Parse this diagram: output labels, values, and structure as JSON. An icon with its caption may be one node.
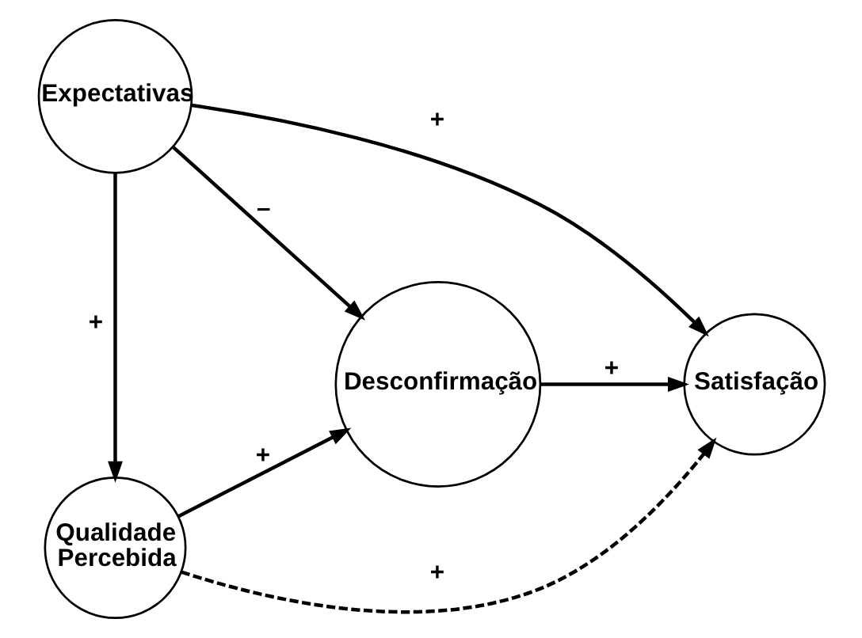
{
  "diagram": {
    "nodes": [
      {
        "text": [
          "Expectativas"
        ]
      },
      {
        "text": [
          "Desconfirmação"
        ]
      },
      {
        "text": [
          "Satisfação"
        ]
      },
      {
        "text": [
          "Qualidade Percebida"
        ]
      }
    ],
    "edges": [
      {
        "from": 0,
        "to": 2,
        "arrow": "to",
        "label": "+"
      },
      {
        "from": 0,
        "to": 1,
        "arrow": "to",
        "label": "–"
      },
      {
        "from": 0,
        "to": 3,
        "arrow": "to",
        "label": "+"
      },
      {
        "from": 3,
        "to": 1,
        "arrow": "to",
        "label": "+"
      },
      {
        "from": 1,
        "to": 2,
        "arrow": "to",
        "label": "+"
      },
      {
        "from": 3,
        "to": 2,
        "arrow": "to",
        "label": "+",
        "style": "dashed"
      }
    ]
  }
}
